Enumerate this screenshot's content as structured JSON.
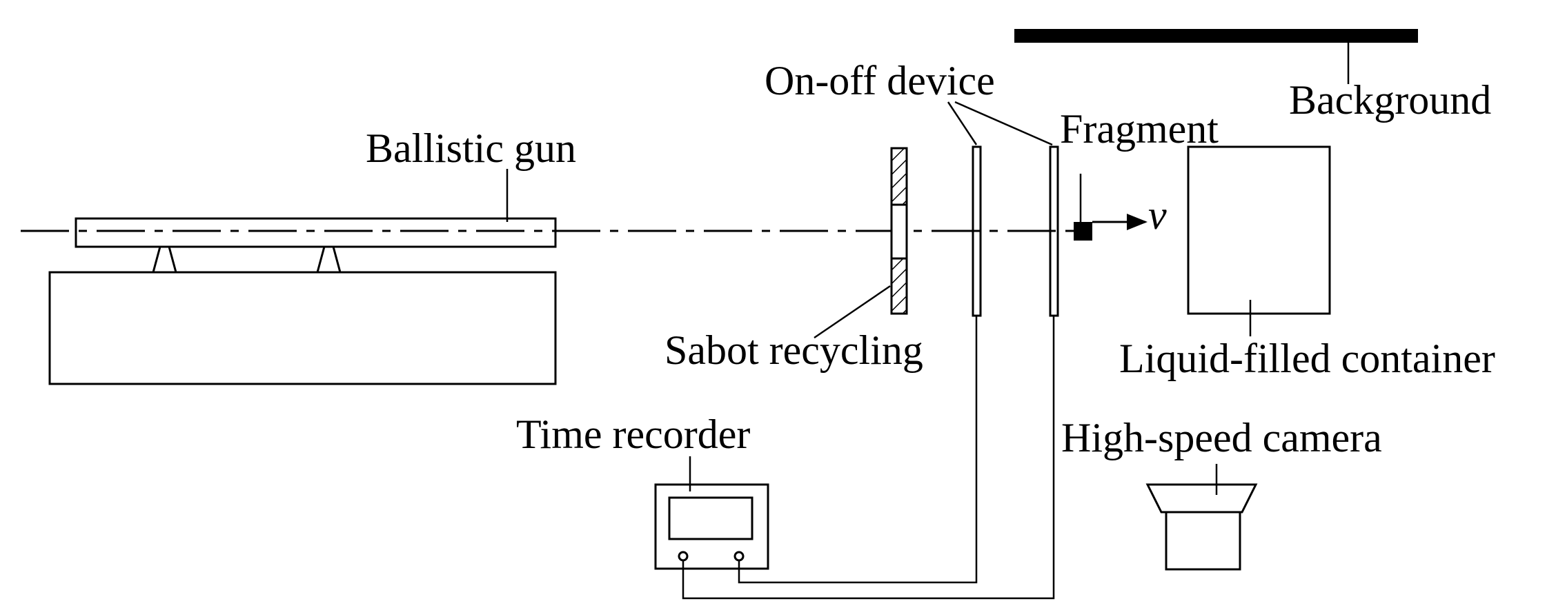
{
  "labels": {
    "ballistic_gun": "Ballistic gun",
    "on_off_device": "On-off device",
    "fragment": "Fragment",
    "background": "Background",
    "velocity_symbol": "v",
    "sabot_recycling": "Sabot recycling",
    "liquid_filled_container": "Liquid-filled container",
    "time_recorder": "Time recorder",
    "high_speed_camera": "High-speed camera"
  },
  "colors": {
    "ink": "#000000",
    "paper": "#ffffff"
  }
}
